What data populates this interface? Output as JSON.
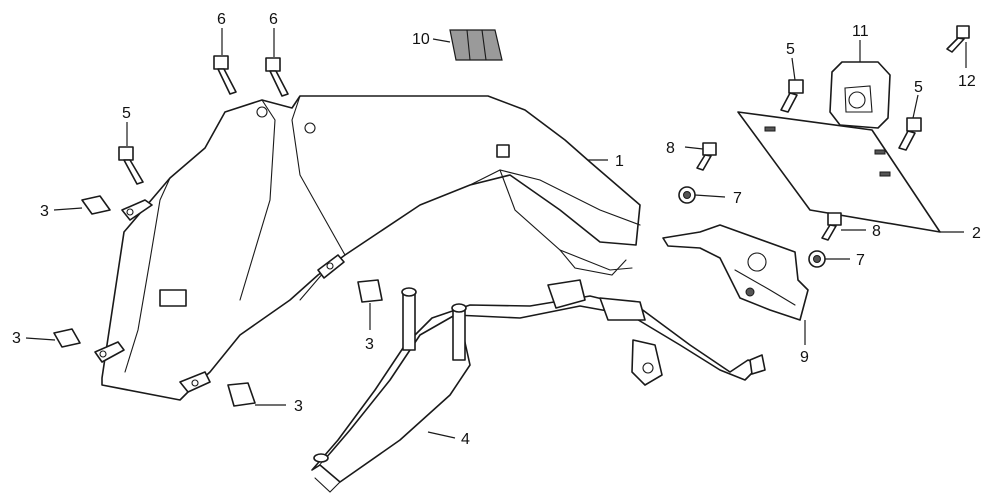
{
  "callouts": [
    {
      "id": "c1",
      "text": "1"
    },
    {
      "id": "c2",
      "text": "2"
    },
    {
      "id": "c3a",
      "text": "3"
    },
    {
      "id": "c3b",
      "text": "3"
    },
    {
      "id": "c3c",
      "text": "3"
    },
    {
      "id": "c3d",
      "text": "3"
    },
    {
      "id": "c4",
      "text": "4"
    },
    {
      "id": "c5a",
      "text": "5"
    },
    {
      "id": "c5b",
      "text": "5"
    },
    {
      "id": "c5c",
      "text": "5"
    },
    {
      "id": "c6a",
      "text": "6"
    },
    {
      "id": "c6b",
      "text": "6"
    },
    {
      "id": "c7a",
      "text": "7"
    },
    {
      "id": "c7b",
      "text": "7"
    },
    {
      "id": "c8a",
      "text": "8"
    },
    {
      "id": "c8b",
      "text": "8"
    },
    {
      "id": "c9",
      "text": "9"
    },
    {
      "id": "c10",
      "text": "10"
    },
    {
      "id": "c11",
      "text": "11"
    },
    {
      "id": "c12",
      "text": "12"
    }
  ]
}
